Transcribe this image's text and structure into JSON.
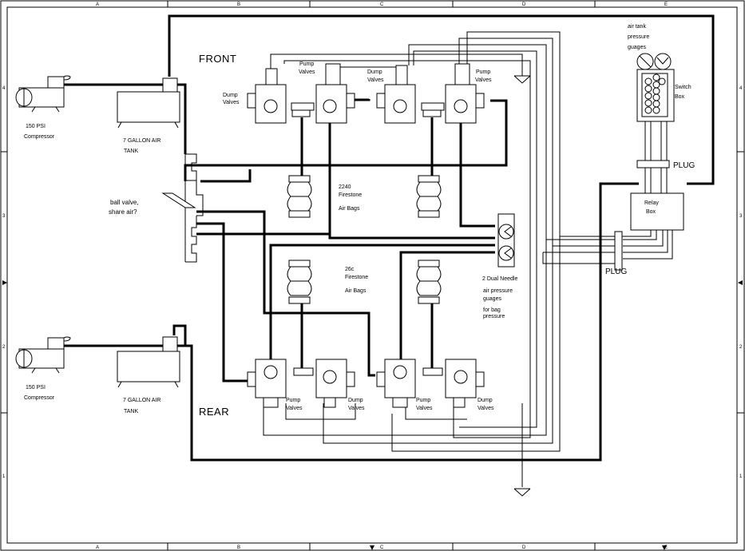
{
  "border": {
    "columns": [
      "A",
      "B",
      "C",
      "D",
      "E"
    ],
    "rows": [
      "4",
      "3",
      "2",
      "1"
    ]
  },
  "labels": {
    "front": "FRONT",
    "rear": "REAR",
    "compressor_top_psi": "150 PSI",
    "compressor_top_name": "Compressor",
    "compressor_bottom_psi": "150 PSI",
    "compressor_bottom_name": "Compressor",
    "tank_top_line1": "7 GALLON AIR",
    "tank_top_line2": "TANK",
    "tank_bottom_line1": "7 GALLON AIR",
    "tank_bottom_line2": "TANK",
    "ball_valve_line1": "ball valve,",
    "ball_valve_line2": "share air?",
    "front_dump_left_1": "Dump",
    "front_dump_left_2": "Valves",
    "front_pump_left_1": "Pump",
    "front_pump_left_2": "Valves",
    "front_dump_right_1": "Dump",
    "front_dump_right_2": "Valves",
    "front_pump_right_1": "Pump",
    "front_pump_right_2": "Valves",
    "front_bags_1": "2240",
    "front_bags_2": "Firestone",
    "front_bags_3": "Air Bags",
    "rear_bags_1": "26c",
    "rear_bags_2": "Firestone",
    "rear_bags_3": "Air Bags",
    "rear_pump_left_1": "Pump",
    "rear_pump_left_2": "Valves",
    "rear_dump_left_1": "Dump",
    "rear_dump_left_2": "Valves",
    "rear_pump_right_1": "Pump",
    "rear_pump_right_2": "Valves",
    "rear_dump_right_1": "Dump",
    "rear_dump_right_2": "Valves",
    "gauge_tank_1": "air tank",
    "gauge_tank_2": "pressure",
    "gauge_tank_3": "guages",
    "switch_box_1": "Switch",
    "switch_box_2": "Box",
    "plug_upper": "PLUG",
    "relay_box_1": "Relay",
    "relay_box_2": "Box",
    "plug_lower": "PLUG",
    "dual_needle_1": "2 Dual Needle",
    "dual_needle_2": "air pressure",
    "dual_needle_3": "guages",
    "dual_needle_4": "for bag",
    "dual_needle_5": "pressure"
  }
}
